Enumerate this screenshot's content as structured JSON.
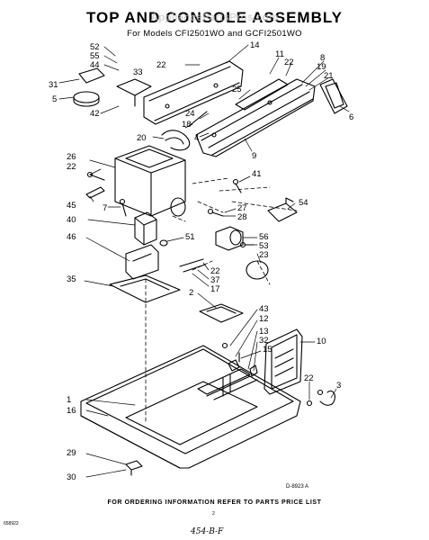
{
  "header": {
    "title": "TOP AND CONSOLE ASSEMBLY",
    "watermark": "AppliancePartsPros.com",
    "subtitle": "For Models CFI2501WO and GCFI2501WO"
  },
  "footer": {
    "order_note": "FOR ORDERING INFORMATION REFER TO PARTS PRICE LIST",
    "drawing_number": "D-8923 A",
    "catalog_code": "658922",
    "page_number": "2",
    "handwritten": "454-B-F"
  },
  "callouts": [
    "52",
    "55",
    "44",
    "33",
    "31",
    "5",
    "42",
    "14",
    "22",
    "11",
    "22",
    "8",
    "19",
    "21",
    "25",
    "24",
    "18",
    "4",
    "20",
    "6",
    "9",
    "26",
    "22",
    "41",
    "45",
    "7",
    "54",
    "27",
    "28",
    "40",
    "51",
    "56",
    "53",
    "23",
    "46",
    "22",
    "37",
    "17",
    "35",
    "2",
    "43",
    "12",
    "13",
    "32",
    "15",
    "10",
    "22",
    "3",
    "1",
    "16",
    "29",
    "30"
  ]
}
